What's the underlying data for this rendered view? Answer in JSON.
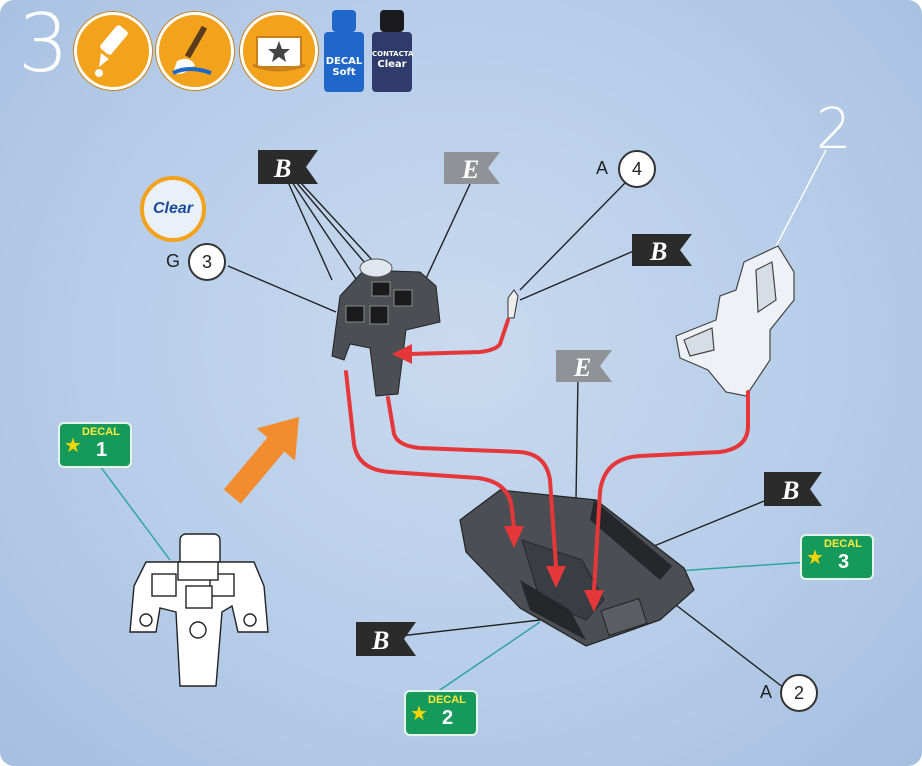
{
  "step": {
    "number": "3"
  },
  "tools": [
    {
      "icon": "glue-tube-icon"
    },
    {
      "icon": "paintbrush-icon"
    },
    {
      "icon": "decal-water-tray-icon"
    }
  ],
  "bottles": [
    {
      "icon": "decal-soft-bottle-icon",
      "line1": "DECAL",
      "line2": "Soft",
      "color": "#1f67c9"
    },
    {
      "icon": "contacta-clear-bottle-icon",
      "line1": "CONTACTA",
      "line2": "Clear",
      "color": "#2f3b6a"
    }
  ],
  "clear_badge": {
    "label": "Clear"
  },
  "part_refs": [
    {
      "sprue": "G",
      "number": "3"
    },
    {
      "sprue": "A",
      "number": "4"
    },
    {
      "sprue": "A",
      "number": "2"
    }
  ],
  "step_callout": {
    "label": "2"
  },
  "paint_flags": [
    {
      "letter": "B",
      "color": "#2b2b2b"
    },
    {
      "letter": "E",
      "color": "#8f9296"
    },
    {
      "letter": "B",
      "color": "#2b2b2b"
    },
    {
      "letter": "E",
      "color": "#8f9296"
    },
    {
      "letter": "B",
      "color": "#2b2b2b"
    },
    {
      "letter": "B",
      "color": "#2b2b2b"
    }
  ],
  "decals": [
    {
      "label": "DECAL",
      "number": "1"
    },
    {
      "label": "DECAL",
      "number": "2"
    },
    {
      "label": "DECAL",
      "number": "3"
    }
  ],
  "colors": {
    "arrow_red": "#e5373a",
    "arrow_orange": "#f28c2e",
    "part_gray": "#4b4f54",
    "decal_green": "#159a5c",
    "leader_teal": "#2aa39a"
  }
}
